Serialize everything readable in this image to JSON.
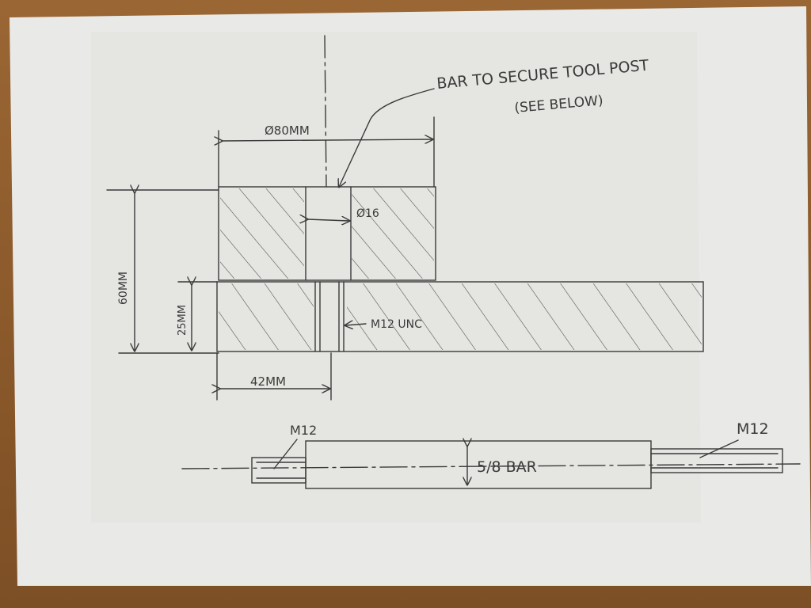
{
  "colors": {
    "paper": "#e9e9e7",
    "ink": "#3a3a3a",
    "desk": "#8c5a2b"
  },
  "annotations": {
    "note_line1": "BAR TO SECURE TOOL POST",
    "note_line2": "(SEE BELOW)",
    "dia_80": "Ø80MM",
    "dia_16": "Ø16",
    "height_60": "60MM",
    "height_25": "25MM",
    "width_42": "42MM",
    "thread_m12unc": "M12 UNC"
  },
  "bar_detail": {
    "left_thread": "M12",
    "right_thread": "M12",
    "bar_label": "5/8 BAR"
  }
}
